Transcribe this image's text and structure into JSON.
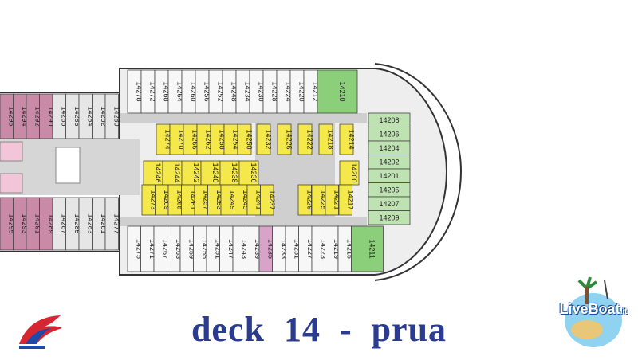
{
  "caption": "deck  14  -  prua",
  "brand": {
    "live": "Live",
    "boat": "Boat",
    "tld": ".it"
  },
  "colors": {
    "inside_cabin": "#f4e84a",
    "suite_green": "#8ccf7a",
    "green_row": "#bfe2b2",
    "spa_pink": "#d9a3c8",
    "mauve": "#c98aa8",
    "corridor": "#d8d8d8",
    "caption_blue": "#2b3b8f"
  },
  "cabins": {
    "top_row": [
      "14278",
      "14272",
      "14268",
      "14264",
      "14260",
      "14256",
      "14252",
      "14248",
      "14234",
      "14230",
      "14228",
      "14224",
      "14220",
      "14212",
      "14210"
    ],
    "bottom_row": [
      "14275",
      "14271",
      "14267",
      "14263",
      "14259",
      "14255",
      "14251",
      "14247",
      "14243",
      "14239",
      "14235",
      "14233",
      "14231",
      "14227",
      "14223",
      "14219",
      "14215",
      "14211"
    ],
    "forward_column": [
      "14208",
      "14206",
      "14204",
      "14202",
      "14201",
      "14205",
      "14207",
      "14209"
    ],
    "inner_top": [
      "14274",
      "14270",
      "14266",
      "14262",
      "14258",
      "14254",
      "14250",
      "14232",
      "14226",
      "14222",
      "14218",
      "14214"
    ],
    "inner_mid": [
      "14246",
      "14244",
      "14242",
      "14240",
      "14238",
      "14236",
      "14200"
    ],
    "inner_bottom": [
      "14273",
      "14269",
      "14265",
      "14261",
      "14257",
      "14253",
      "14249",
      "14245",
      "14241",
      "14237",
      "14229",
      "14225",
      "14221",
      "14217"
    ],
    "aft_top": [
      "14296",
      "14294",
      "14292",
      "14290",
      "14288",
      "14286",
      "14284",
      "14282",
      "14280"
    ],
    "aft_bottom": [
      "14295",
      "14293",
      "14291",
      "14289",
      "14287",
      "14285",
      "14283",
      "14281",
      "14277"
    ]
  }
}
